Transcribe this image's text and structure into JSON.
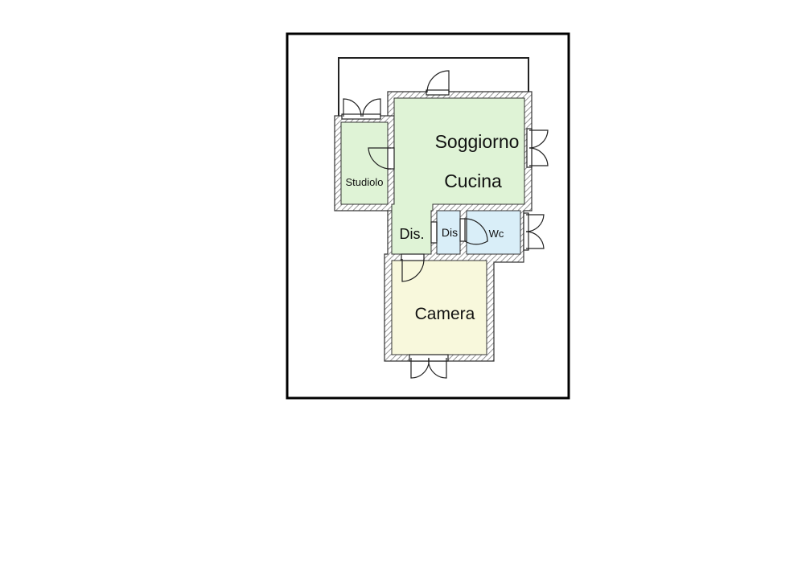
{
  "floorplan": {
    "rooms": [
      {
        "id": "soggiorno",
        "label": "Soggiorno",
        "fill": "#dff3d6"
      },
      {
        "id": "cucina",
        "label": "Cucina",
        "fill": "#dff3d6"
      },
      {
        "id": "studiolo",
        "label": "Studiolo",
        "fill": "#dff3d6"
      },
      {
        "id": "dis-main",
        "label": "Dis.",
        "fill": "#dff3d6"
      },
      {
        "id": "dis-small",
        "label": "Dis",
        "fill": "#d9eef8"
      },
      {
        "id": "wc",
        "label": "Wc",
        "fill": "#d9eef8"
      },
      {
        "id": "camera",
        "label": "Camera",
        "fill": "#f8f8dc"
      }
    ],
    "colors": {
      "wall_stroke": "#333333",
      "hatch": "#7a7a7a",
      "frame": "#000000"
    }
  }
}
